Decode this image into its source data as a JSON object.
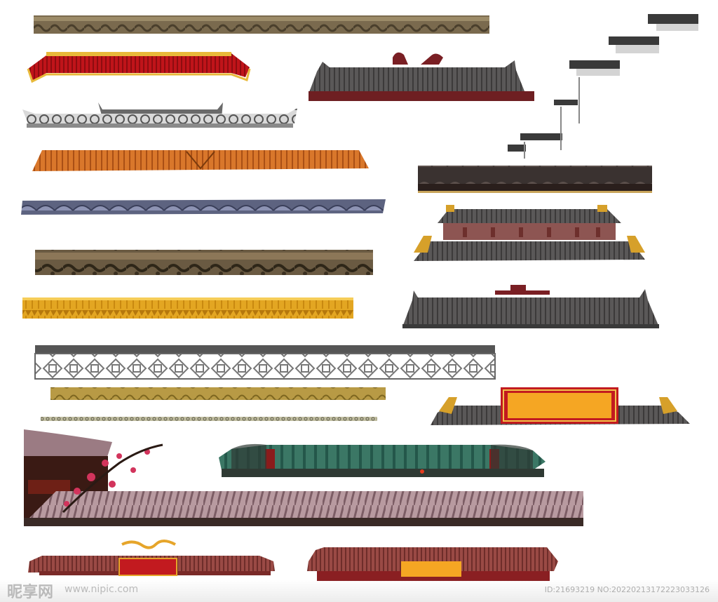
{
  "watermark": {
    "logo_text": "昵享网",
    "url_text": "www.nipic.com",
    "id_text": "ID:21693219 NO:20220213172223033126"
  },
  "assets": [
    {
      "name": "bronze-wave-tile-strip"
    },
    {
      "name": "red-palace-roof"
    },
    {
      "name": "dark-gray-roof-with-ornament"
    },
    {
      "name": "white-stepped-wall-eaves"
    },
    {
      "name": "gray-double-eave-roof"
    },
    {
      "name": "orange-tile-roof"
    },
    {
      "name": "dark-roof-ridge-strip"
    },
    {
      "name": "blue-gray-tile-strip"
    },
    {
      "name": "double-tier-hall-roof"
    },
    {
      "name": "brown-tile-ridge"
    },
    {
      "name": "golden-tile-strip"
    },
    {
      "name": "dark-hip-roof-with-crest"
    },
    {
      "name": "lattice-window-wall"
    },
    {
      "name": "gold-pattern-band"
    },
    {
      "name": "thin-chain-band"
    },
    {
      "name": "roof-with-orange-sign-panel"
    },
    {
      "name": "plum-blossom-roof-scene"
    },
    {
      "name": "green-glazed-roof"
    },
    {
      "name": "red-roof-with-gold-scroll"
    },
    {
      "name": "red-roof-with-orange-plaque"
    }
  ]
}
